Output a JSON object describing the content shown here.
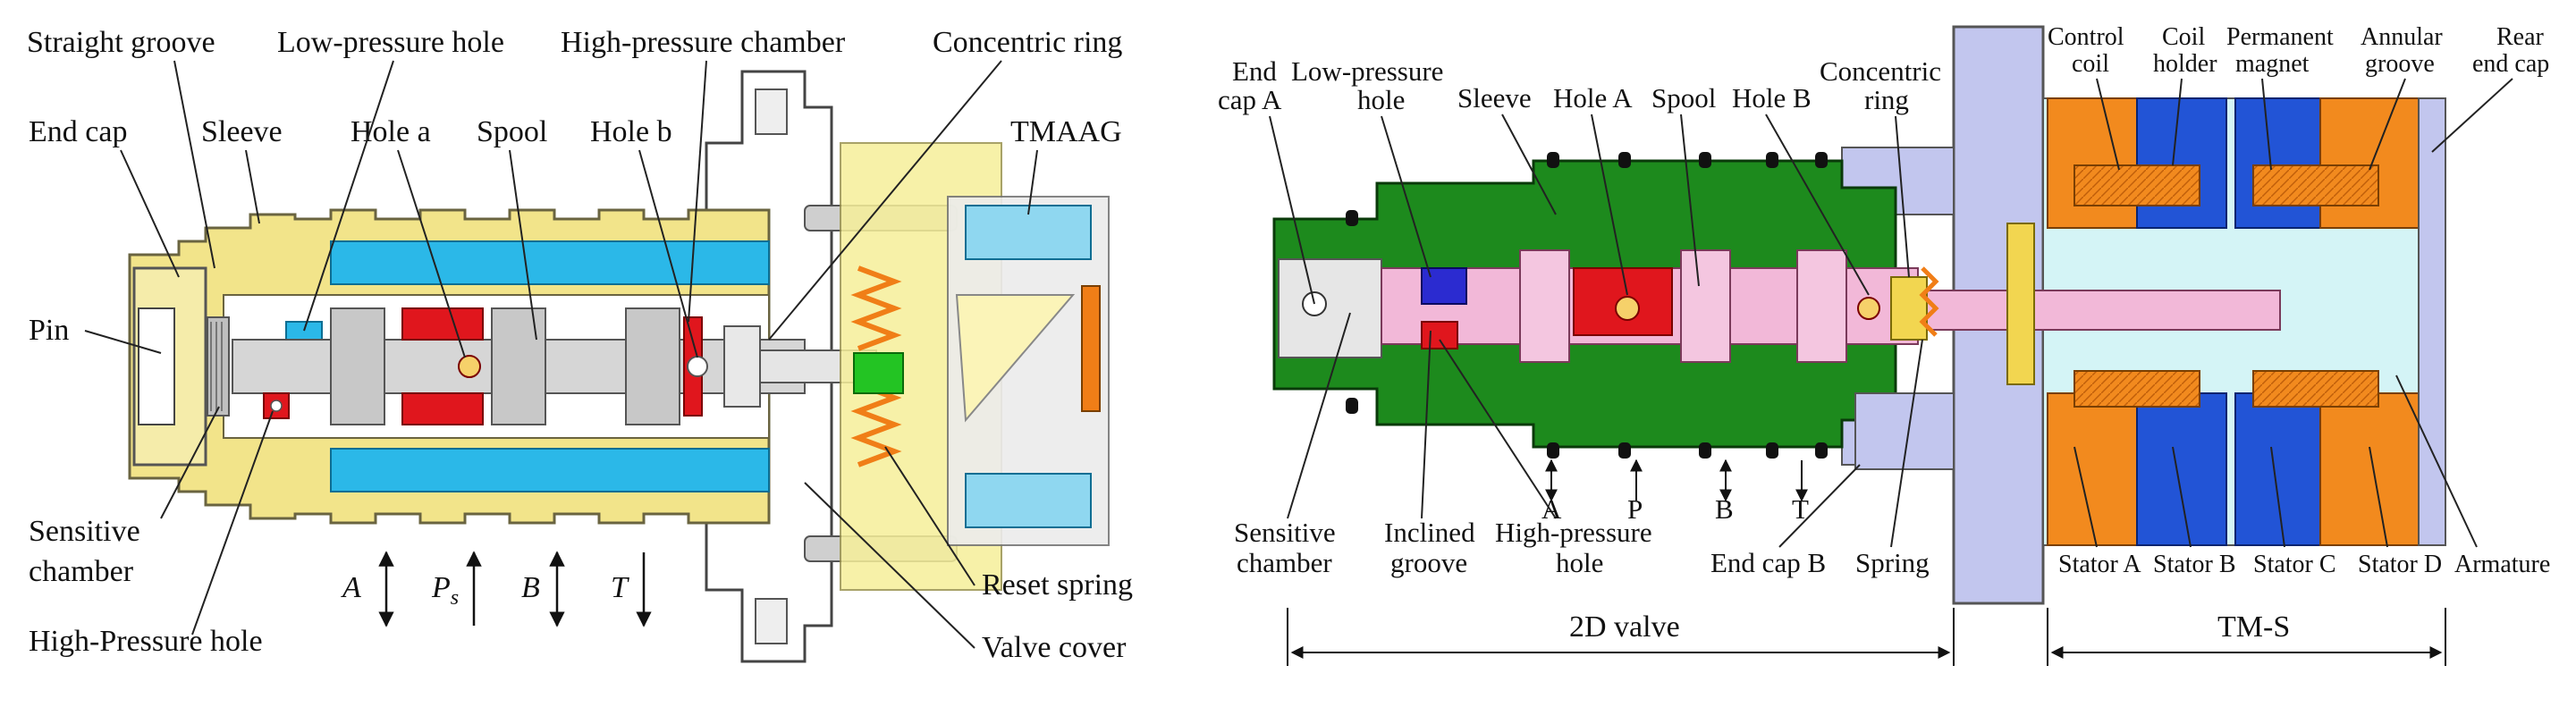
{
  "colors": {
    "housing_yellow": "#f2e48a",
    "oil_cyan": "#2bb8e8",
    "pressure_red": "#e0161d",
    "spool_grey": "#d6d6d6",
    "spring_orange": "#f07e17",
    "sleeve_green": "#1d8a1d",
    "spool_pink": "#f2b8d8",
    "coil_orange": "#f28a1e",
    "magnet_blue": "#2254d6",
    "cover_lavender": "#c2c6ee",
    "tm_cyan": "#d4f4f6"
  },
  "left_figure": {
    "labels": {
      "straight_groove": "Straight groove",
      "low_pressure_hole": "Low-pressure hole",
      "high_pressure_chamber": "High-pressure chamber",
      "concentric_ring": "Concentric ring",
      "end_cap": "End cap",
      "sleeve": "Sleeve",
      "hole_a": "Hole a",
      "spool": "Spool",
      "hole_b": "Hole b",
      "tmaag": "TMAAG",
      "pin": "Pin",
      "sensitive_chamber_1": "Sensitive",
      "sensitive_chamber_2": "chamber",
      "high_pressure_hole": "High-Pressure hole",
      "reset_spring": "Reset spring",
      "valve_cover": "Valve cover"
    },
    "ports": {
      "a": "A",
      "ps_main": "P",
      "ps_sub": "s",
      "b": "B",
      "t": "T"
    }
  },
  "right_figure": {
    "labels": {
      "end_cap_a_1": "End",
      "end_cap_a_2": "cap A",
      "low_pressure_hole_1": "Low-pressure",
      "low_pressure_hole_2": "hole",
      "sleeve": "Sleeve",
      "hole_a": "Hole A",
      "spool": "Spool",
      "hole_b": "Hole B",
      "concentric_ring_1": "Concentric",
      "concentric_ring_2": "ring",
      "control_coil_1": "Control",
      "control_coil_2": "coil",
      "coil_holder_1": "Coil",
      "coil_holder_2": "holder",
      "permanent_magnet_1": "Permanent",
      "permanent_magnet_2": "magnet",
      "annular_groove_1": "Annular",
      "annular_groove_2": "groove",
      "rear_end_cap_1": "Rear",
      "rear_end_cap_2": "end cap",
      "sensitive_chamber_1": "Sensitive",
      "sensitive_chamber_2": "chamber",
      "inclined_groove_1": "Inclined",
      "inclined_groove_2": "groove",
      "high_pressure_hole_1": "High-pressure",
      "high_pressure_hole_2": "hole",
      "end_cap_b": "End cap B",
      "spring": "Spring",
      "stator_a": "Stator A",
      "stator_b": "Stator B",
      "stator_c": "Stator C",
      "stator_d": "Stator D",
      "armature": "Armature"
    },
    "ports": {
      "a": "A",
      "p": "P",
      "b": "B",
      "t": "T"
    },
    "spans": {
      "valve_2d": "2D valve",
      "tm_s": "TM-S"
    }
  }
}
